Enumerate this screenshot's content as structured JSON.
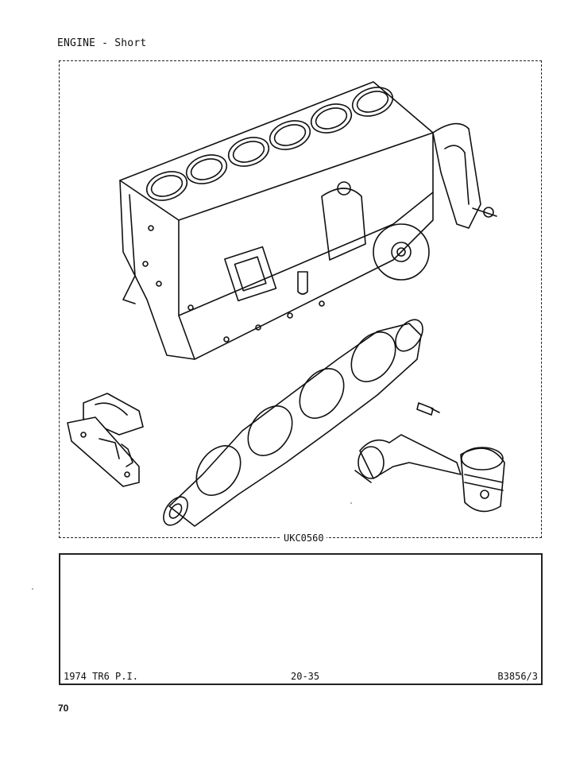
{
  "header": {
    "title": "ENGINE - Short"
  },
  "figure": {
    "ref": "UKC0560"
  },
  "footer": {
    "model": "1974 TR6 P.I.",
    "section": "20-35",
    "code": "B3856/3"
  },
  "page": {
    "number": "70"
  }
}
